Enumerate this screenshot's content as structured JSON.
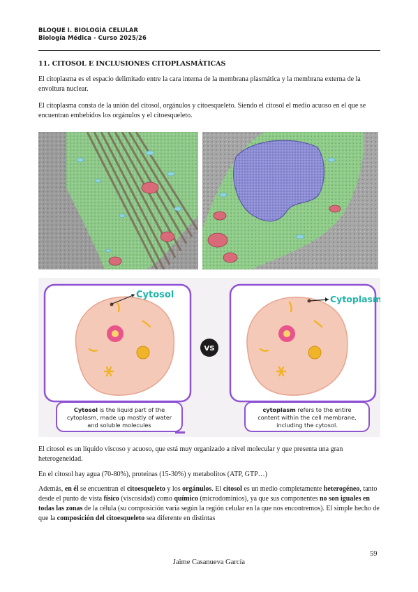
{
  "header": {
    "line1": "BLOQUE I. BIOLOGÍA CELULAR",
    "line2": "Biología Médica - Curso 2025/26"
  },
  "section": {
    "title": "11. CITOSOL E INCLUSIONES CITOPLASMÁTICAS"
  },
  "paragraphs": {
    "p1": "El citoplasma es el espacio delimitado entre la cara interna de la membrana plasmática y la membrana externa de la envoltura nuclear.",
    "p2": "El citoplasma consta de la unión del citosol, orgánulos y citoesqueleto. Siendo el citosol el medio acuoso en el que se encuentran embebidos los orgánulos y el citoesqueleto.",
    "p3": "El citosol es un líquido viscoso y acuoso, que está muy organizado a nivel molecular y que presenta una gran heterogeneidad.",
    "p4": "En el citosol hay agua (70-80%), proteínas (15-30%) y metabolitos (ATP, GTP…)",
    "p5": {
      "t1": "Además, ",
      "b1": "en él",
      "t2": " se encuentran el ",
      "b2": "citoesqueleto",
      "t3": " y los ",
      "b3": "orgánulos",
      "t4": ". El ",
      "b4": "citosol",
      "t5": " es un medio completamente ",
      "b5": "heterogéneo",
      "t6": ", tanto desde el punto de vista ",
      "b6": "físico",
      "t7": " (viscosidad) como ",
      "b7": "químico",
      "t8": " (microdominios), ya que sus componentes ",
      "b8": "no son iguales en todas las zonas",
      "t9": " de la célula (su composición varía según la región celular en la que nos encontremos). El simple hecho de que la ",
      "b9": "composición del citoesqueleto",
      "t10": " sea diferente en distintas"
    }
  },
  "diagram": {
    "left_label": "Cytosol",
    "right_label": "Cytoplasm",
    "vs": "VS",
    "left_caption": {
      "bold": "Cytosol",
      "line1": " is the liquid part of the",
      "line2": "cytoplasm, made up mostly of water",
      "line3": "and soluble molecules"
    },
    "right_caption": {
      "bold": "cytoplasm",
      "line1": " refers to the entire",
      "line2": "content within the cell membrane,",
      "line3": "including the cytosol."
    },
    "colors": {
      "accent_teal": "#1fb3a8",
      "frame_purple": "#8e52d4",
      "cell_fill": "#f5c9b8",
      "nucleus_pink": "#e8558a",
      "organelle_yellow": "#f0b429"
    }
  },
  "footer": {
    "page_number": "59",
    "author": "Jaime Casanueva García"
  }
}
